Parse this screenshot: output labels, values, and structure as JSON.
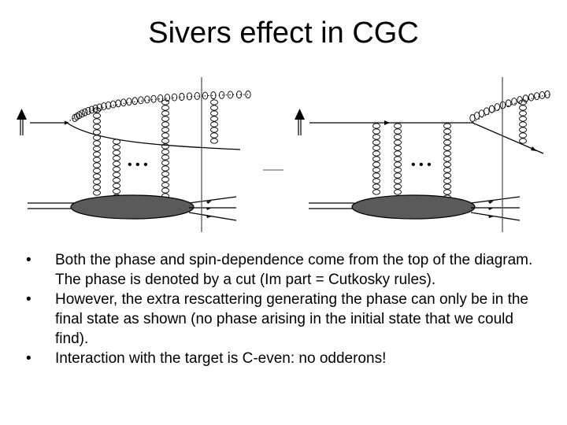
{
  "slide": {
    "title": "Sivers effect in CGC",
    "bullets": [
      "Both the phase and spin-dependence come from the top of the diagram. The phase is denoted by a cut (Im part = Cutkosky rules).",
      "However, the extra rescattering generating the phase can only be in the final state as shown (no phase arising in the initial state that we could find).",
      "Interaction with the target is C-even: no odderons!"
    ],
    "bullet_marker": "•"
  },
  "figure": {
    "left_ellipsis": "• • •",
    "right_ellipsis": "• • •",
    "colors": {
      "line": "#000000",
      "blob": "#5a5a5a",
      "cut": "#555555"
    }
  }
}
